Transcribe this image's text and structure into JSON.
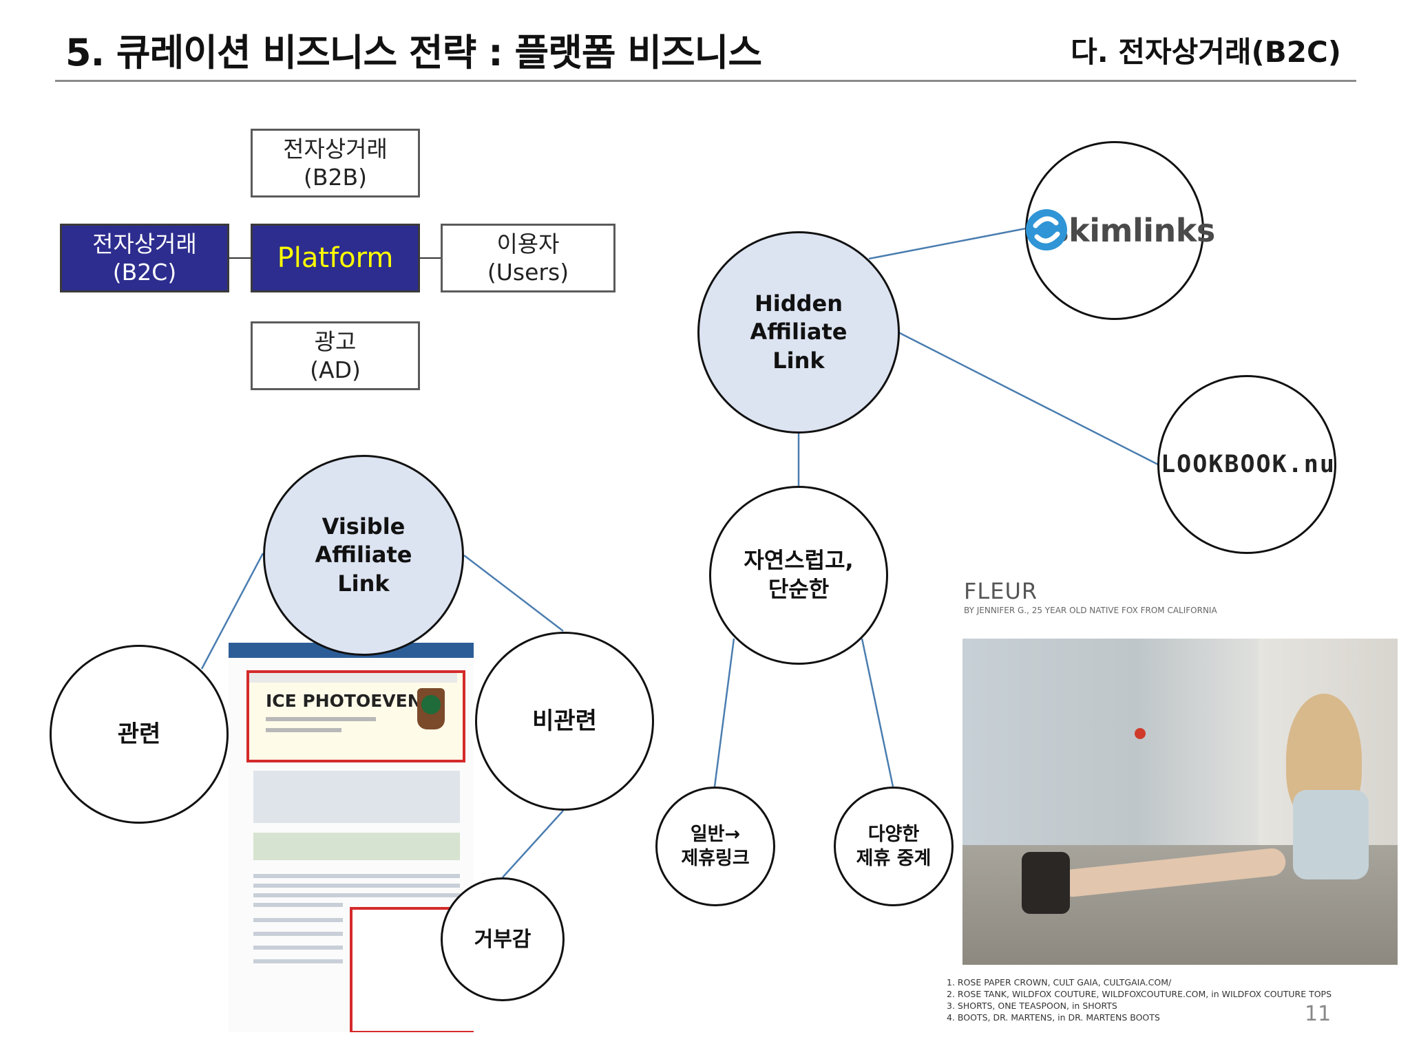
{
  "header": {
    "title": "5. 큐레이션 비즈니스 전략 : 플랫폼 비즈니스",
    "section": "다. 전자상거래(B2C)"
  },
  "platform_diagram": {
    "b2b": "전자상거래\n(B2B)",
    "b2c": "전자상거래\n(B2C)",
    "platform": "Platform",
    "users": "이용자\n(Users)",
    "ad": "광고\n(AD)"
  },
  "visible": {
    "center": "Visible\nAffiliate\nLink",
    "related": "관련",
    "unrelated": "비관련",
    "rejection": "거부감"
  },
  "hidden": {
    "center": "Hidden\nAffiliate\nLink",
    "natural": "자연스럽고,\n단순한",
    "general": "일반→\n제휴링크",
    "various": "다양한\n제휴 중계",
    "brand_skimlinks": "skimlinks",
    "brand_lookbook": "LOOKBOOK.nu"
  },
  "screenshot_mock": {
    "ad_text": "ICE PHOTOEVENT!"
  },
  "photo_panel": {
    "title": "FLEUR",
    "subtitle": "BY JENNIFER G., 25 YEAR OLD NATIVE FOX FROM CALIFORNIA",
    "captions": [
      "1. ROSE PAPER CROWN, CULT GAIA, CULTGAIA.COM/",
      "2. ROSE TANK, WILDFOX COUTURE, WILDFOXCOUTURE.COM, in WILDFOX COUTURE TOPS",
      "3. SHORTS, ONE TEASPOON, in SHORTS",
      "4. BOOTS, DR. MARTENS, in DR. MARTENS BOOTS"
    ]
  },
  "page_number": "11",
  "colors": {
    "navy": "#2d2d8f",
    "platform_text": "#ffff00",
    "circle_fill": "#dce3f1",
    "connector": "#4a7db0",
    "skimlinks_blue": "#2f95d6"
  }
}
